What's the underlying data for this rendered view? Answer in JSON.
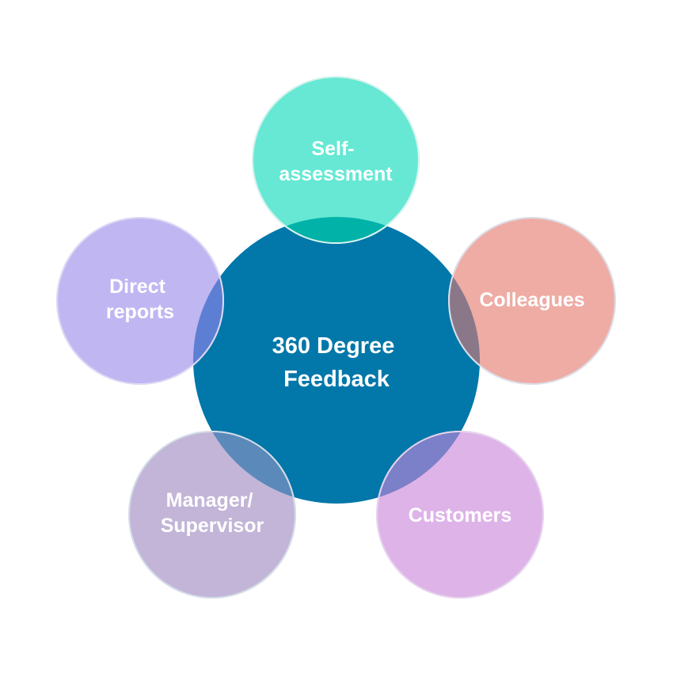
{
  "diagram": {
    "center": {
      "lines": [
        "360 Degree",
        "Feedback"
      ],
      "color": "#0277a9"
    },
    "satellites": [
      {
        "id": "self-assessment",
        "lines": [
          "Self-",
          "assessment"
        ],
        "color": "#66e8d4"
      },
      {
        "id": "colleagues",
        "lines": [
          "Colleagues"
        ],
        "color": "#eeaca5"
      },
      {
        "id": "customers",
        "lines": [
          "Customers"
        ],
        "color": "#deb3e8"
      },
      {
        "id": "manager-supervisor",
        "lines": [
          "Manager/",
          "Supervisor"
        ],
        "color": "#c2b5d7"
      },
      {
        "id": "direct-reports",
        "lines": [
          "Direct",
          "reports"
        ],
        "color": "#c0b6f2"
      }
    ]
  }
}
